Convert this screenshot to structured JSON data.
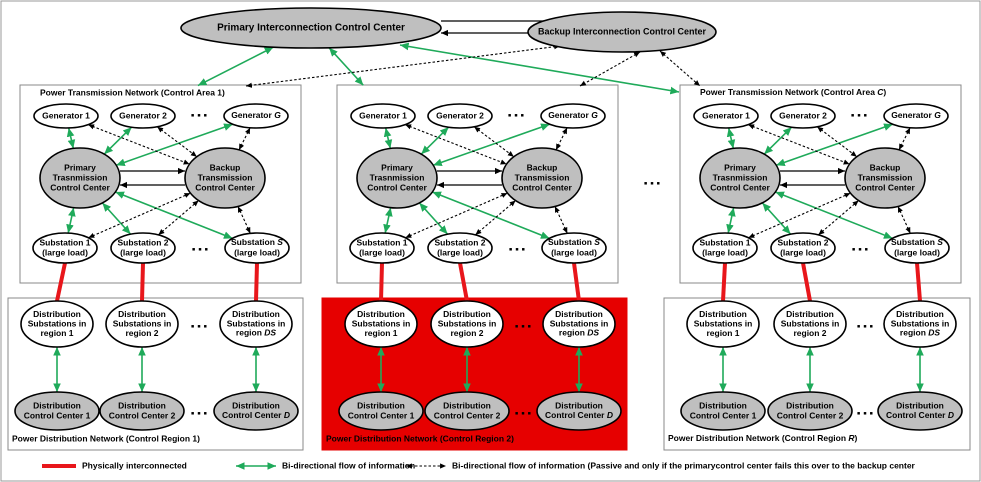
{
  "interconnection": {
    "primary": "Primary Interconnection Control Center",
    "backup": "Backup Interconnection Control Center"
  },
  "transmission_areas": [
    {
      "title": "Power Transmission Network (Control Area 1)",
      "generators": [
        "Generator 1",
        "Generator 2",
        "Generator G"
      ],
      "primary_center": [
        "Primary",
        "Trasnmission",
        "Control Center"
      ],
      "backup_center": [
        "Backup",
        "Transmission",
        "Control Center"
      ],
      "substations": [
        [
          "Substation 1",
          "(large load)"
        ],
        [
          "Substation 2",
          "(large load)"
        ],
        [
          "Substation S",
          "(large load)"
        ]
      ]
    },
    {
      "title": "",
      "generators": [
        "Generator 1",
        "Generator 2",
        "Generator G"
      ],
      "primary_center": [
        "Primary",
        "Trasnmission",
        "Control Center"
      ],
      "backup_center": [
        "Backup",
        "Transmission",
        "Control Center"
      ],
      "substations": [
        [
          "Substation 1",
          "(large load)"
        ],
        [
          "Substation 2",
          "(large load)"
        ],
        [
          "Substation S",
          "(large load)"
        ]
      ]
    },
    {
      "title": "Power Transmission Network (Control Area C)",
      "generators": [
        "Generator 1",
        "Generator 2",
        "Generator G"
      ],
      "primary_center": [
        "Primary",
        "Trasnmission",
        "Control Center"
      ],
      "backup_center": [
        "Backup",
        "Transmission",
        "Control Center"
      ],
      "substations": [
        [
          "Substation 1",
          "(large load)"
        ],
        [
          "Substation 2",
          "(large load)"
        ],
        [
          "Substation S",
          "(large load)"
        ]
      ]
    }
  ],
  "distribution_regions": [
    {
      "title": "Power Distribution Network (Control Region 1)",
      "substations": [
        [
          "Distribution",
          "Substations in",
          "region 1"
        ],
        [
          "Distribution",
          "Substations in",
          "region 2"
        ],
        [
          "Distribution",
          "Substations in",
          "region DS"
        ]
      ],
      "centers": [
        [
          "Distribution",
          "Control Center 1"
        ],
        [
          "Distribution",
          "Control Center 2"
        ],
        [
          "Distribution",
          "Control Center D"
        ]
      ],
      "highlight": false
    },
    {
      "title": "Power Distribution Network (Control Region 2)",
      "substations": [
        [
          "Distribution",
          "Substations in",
          "region 1"
        ],
        [
          "Distribution",
          "Substations in",
          "region 2"
        ],
        [
          "Distribution",
          "Substations in",
          "region DS"
        ]
      ],
      "centers": [
        [
          "Distribution",
          "Control Center 1"
        ],
        [
          "Distribution",
          "Control Center 2"
        ],
        [
          "Distribution",
          "Control Center D"
        ]
      ],
      "highlight": true
    },
    {
      "title": "Power Distribution Network (Control Region R)",
      "substations": [
        [
          "Distribution",
          "Substations in",
          "region 1"
        ],
        [
          "Distribution",
          "Substations in",
          "region 2"
        ],
        [
          "Distribution",
          "Substations in",
          "region DS"
        ]
      ],
      "centers": [
        [
          "Distribution",
          "Control Center 1"
        ],
        [
          "Distribution",
          "Control Center 2"
        ],
        [
          "Distribution",
          "Control Center D"
        ]
      ],
      "highlight": false
    }
  ],
  "ellipsis": "▪ ▪ ▪",
  "legend": {
    "physical": "Physically interconnected",
    "bidirectional": "Bi-directional flow of information",
    "passive": "Bi-directional flow of information (Passive and only if the primarycontrol center fails this over to the backup center"
  },
  "colors": {
    "green": "#1faa5a",
    "red": "#e8161b",
    "gray": "#bfbfbf",
    "highlight_bg": "#e60000"
  }
}
